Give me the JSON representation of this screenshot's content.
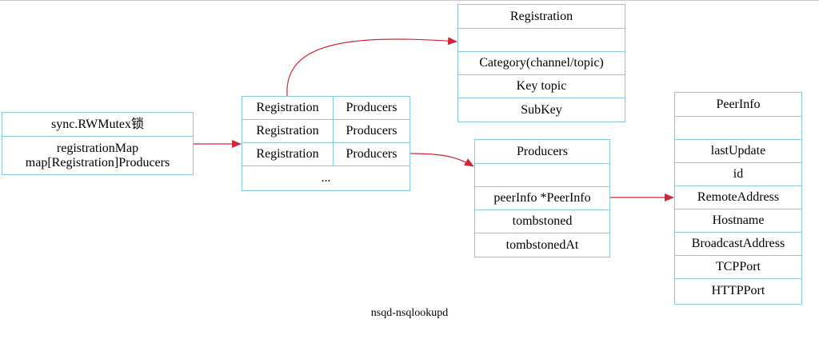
{
  "mutex": {
    "title": "sync.RWMutex锁",
    "field_line1": "registrationMap",
    "field_line2": "map[Registration]Producers"
  },
  "registration_map": {
    "rows": [
      {
        "key": "Registration",
        "value": "Producers"
      },
      {
        "key": "Registration",
        "value": "Producers"
      },
      {
        "key": "Registration",
        "value": "Producers"
      }
    ],
    "ellipsis": "..."
  },
  "registration": {
    "title": "Registration",
    "fields": [
      "",
      "Category(channel/topic)",
      "Key topic",
      "SubKey"
    ]
  },
  "producers": {
    "title": "Producers",
    "fields": [
      "",
      "peerInfo *PeerInfo",
      "tombstoned",
      "tombstonedAt"
    ]
  },
  "peerinfo": {
    "title": "PeerInfo",
    "fields": [
      "",
      "lastUpdate",
      "id",
      "RemoteAddress",
      "Hostname",
      "BroadcastAddress",
      "TCPPort",
      "HTTPPort"
    ]
  },
  "caption": "nsqd-nsqlookupd",
  "colors": {
    "border": "#87c8dc",
    "arrow": "#d0263c"
  }
}
